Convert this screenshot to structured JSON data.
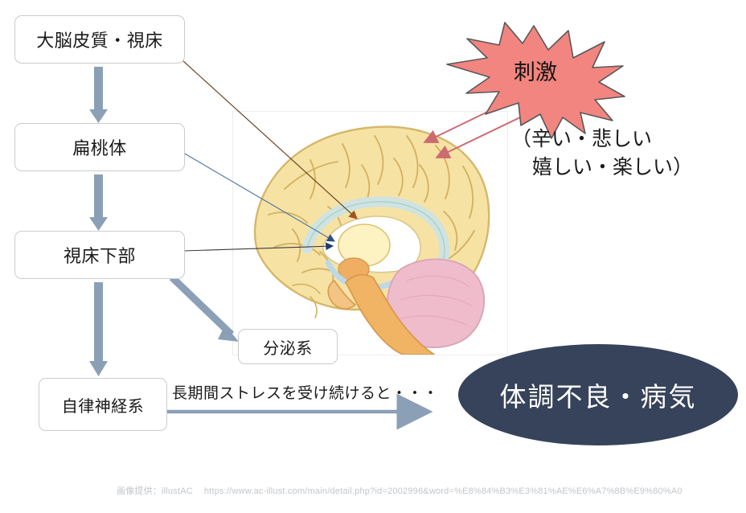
{
  "diagram": {
    "title_flow": "stress-response-brain-diagram",
    "nodes": [
      {
        "id": "cortex",
        "label": "大脳皮質・視床"
      },
      {
        "id": "amygdala",
        "label": "扁桃体"
      },
      {
        "id": "hypothalamus",
        "label": "視床下部"
      },
      {
        "id": "autonomic",
        "label": "自律神経系"
      },
      {
        "id": "secretory",
        "label": "分泌系"
      }
    ],
    "stimulus": {
      "burst_label": "刺激",
      "feelings_line1": "（辛い・悲しい",
      "feelings_line2": "嬉しい・楽しい）"
    },
    "stress_arrow_label": "長期間ストレスを受け続けると・・・",
    "outcome_label": "体調不良・病気",
    "credit": {
      "provider": "画像提供：illustAC",
      "url": "https://www.ac-illust.com/main/detail.php?id=2002996&word=%E8%84%B3%E3%81%AE%E6%A7%8B%E9%80%A0"
    },
    "colors": {
      "flow_arrow": "#8ba0b6",
      "stimulus_fill": "#f2857f",
      "stimulus_outline": "#58585a",
      "stimulus_arrow": "#cc6b72",
      "outcome_fill": "#36435a",
      "box_border": "#c8ccd0",
      "credit_text": "#c2c6ca",
      "brain_cortex": "#f5e09a",
      "brain_cerebellum": "#eeb8c8",
      "brain_brainstem": "#f0b464",
      "brain_callosum": "#cfe3e0"
    },
    "brain_image": {
      "name": "brain-sagittal-illustration",
      "parts": [
        "cerebral-cortex",
        "corpus-callosum",
        "thalamus",
        "hypothalamus",
        "cerebellum",
        "brainstem"
      ]
    }
  }
}
